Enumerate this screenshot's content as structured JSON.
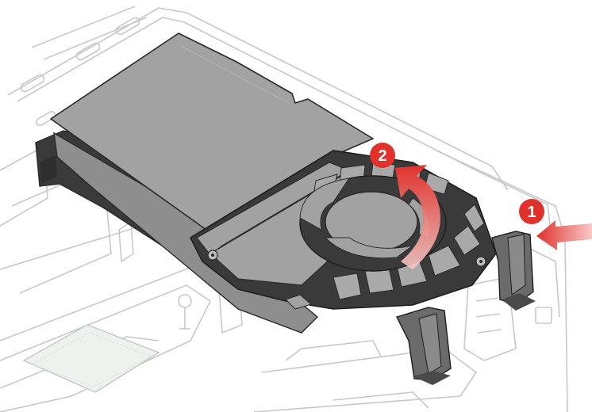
{
  "figure": {
    "steps": [
      {
        "number": "1",
        "action": "push-latch"
      },
      {
        "number": "2",
        "action": "pivot-fan-assembly-up"
      }
    ],
    "colors": {
      "callout": "#e0312b",
      "arrow_start": "#f7c9c7",
      "arrow_end": "#e0312b",
      "shroud_fill": "#a2a2a2",
      "shroud_shade": "#8e8e8e",
      "fan_dark": "#3a3a3a",
      "chassis_line": "#c8c8c8",
      "outline": "#2a2a2a"
    }
  }
}
